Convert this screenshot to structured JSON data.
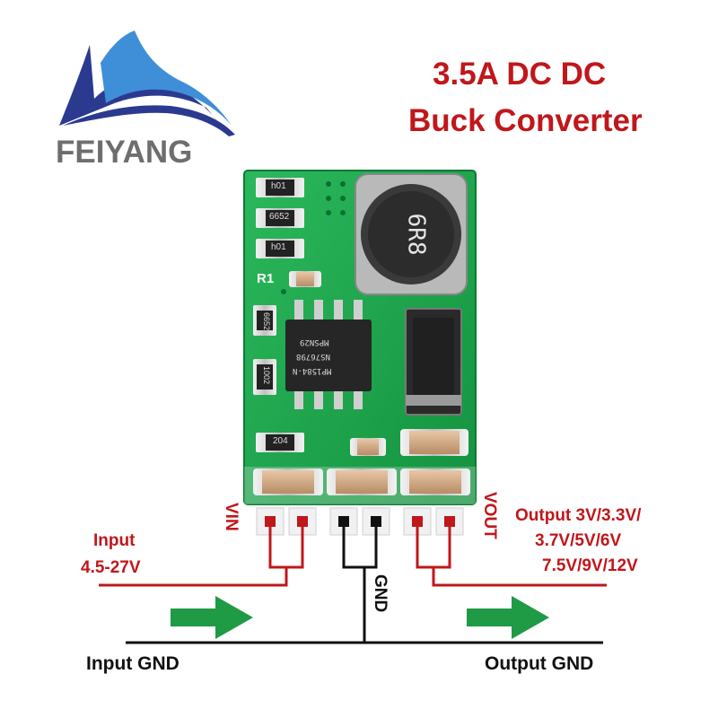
{
  "brand": {
    "name": "FEIYANG"
  },
  "title": {
    "line1": "3.5A DC DC",
    "line2": "Buck Converter"
  },
  "input": {
    "label": "Input",
    "range": "4.5-27V"
  },
  "output": {
    "line1": "Output 3V/3.3V/",
    "line2": "3.7V/5V/6V",
    "line2b": "7.5V/9V/12V"
  },
  "pins": {
    "vin": "VIN",
    "vout": "VOUT",
    "gnd": "GND"
  },
  "ground": {
    "input": "Input GND",
    "output": "Output GND"
  },
  "board": {
    "inductor_marking": "6R8",
    "chip_marking_1": "MP1584-N",
    "chip_marking_2": "NS76798",
    "chip_marking_3": "MPSN29",
    "silk_r1": "R1",
    "res_1": "h01",
    "res_2": "6652",
    "res_3": "h01",
    "res_4": "6652",
    "res_5": "1002",
    "res_6": "204"
  },
  "colors": {
    "pcb": "#1aa64e",
    "accent": "#c0171b",
    "arrow": "#1f9a45",
    "logo_dark": "#2b3a8f",
    "logo_light": "#3f8ed8"
  }
}
